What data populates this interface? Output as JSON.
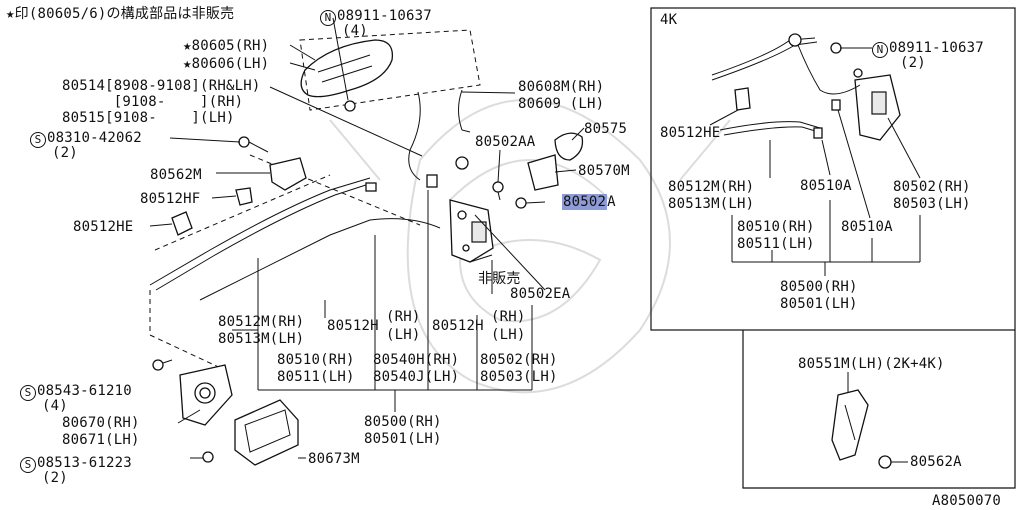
{
  "note": "★印(80605/6)の構成部品は非販売",
  "watermark_icon": "samurai-helmet-watermark",
  "colors": {
    "highlight": "#8f9bd6",
    "line": "#111111",
    "watermark": "#dcdcdc"
  },
  "main": {
    "labels": {
      "n_08911": "08911-10637",
      "n_08911_qty": "(4)",
      "p80605": "★80605(RH)",
      "p80606": "★80606(LH)",
      "p80514": "80514[8908-9108](RH&LH)",
      "p80514b": "      [9108-    ](RH)",
      "p80515": "80515[9108-    ](LH)",
      "s08310": "08310-42062",
      "s08310_qty": "(2)",
      "p80562M": "80562M",
      "p80512HF": "80512HF",
      "p80512HE": "80512HE",
      "p80608M": "80608M(RH)",
      "p80609": "80609 (LH)",
      "p80502AA": "80502AA",
      "p80575": "80575",
      "p80570M": "80570M",
      "p80502A_code": "80502",
      "p80502A_suffix": "A",
      "hihanbai": "非販売",
      "p80502EA": "80502EA",
      "p80512M": "80512M(RH)",
      "p80513M": "80513M(LH)",
      "p80512H_a": "80512H",
      "rh_a": "(RH)",
      "lh_a": "(LH)",
      "p80512H_b": "80512H",
      "rh_b": "(RH)",
      "lh_b": "(LH)",
      "p80510": "80510(RH)",
      "p80511": "80511(LH)",
      "p80540H": "80540H(RH)",
      "p80540J": "80540J(LH)",
      "p80502": "80502(RH)",
      "p80503": "80503(LH)",
      "p80500": "80500(RH)",
      "p80501": "80501(LH)",
      "s08543": "08543-61210",
      "s08543_qty": "(4)",
      "p80670": "80670(RH)",
      "p80671": "80671(LH)",
      "s08513": "08513-61223",
      "s08513_qty": "(2)",
      "p80673M": "80673M"
    }
  },
  "box_4k": {
    "title": "4K",
    "labels": {
      "n_08911": "08911-10637",
      "n_08911_qty": "(2)",
      "p80512HE": "80512HE",
      "p80512M": "80512M(RH)",
      "p80513M": "80513M(LH)",
      "p80510A_a": "80510A",
      "p80502": "80502(RH)",
      "p80503": "80503(LH)",
      "p80510": "80510(RH)",
      "p80511": "80511(LH)",
      "p80510A_b": "80510A",
      "p80500": "80500(RH)",
      "p80501": "80501(LH)"
    }
  },
  "box_2k4k": {
    "labels": {
      "p80551M": "80551M(LH)(2K+4K)",
      "p80562A": "80562A"
    }
  },
  "circle_marks": {
    "n": "N",
    "s": "S"
  },
  "diagram_code": "A8050070"
}
